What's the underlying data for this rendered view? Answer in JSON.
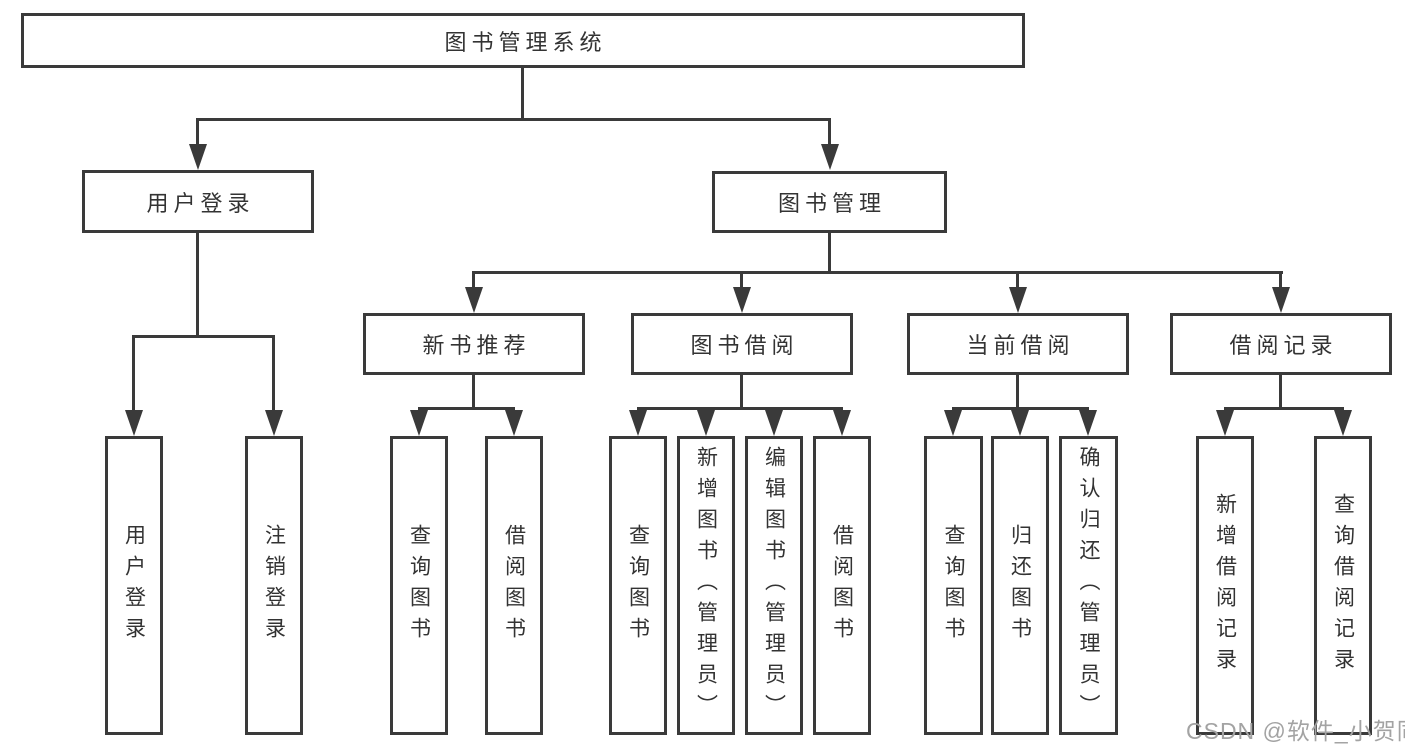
{
  "diagram": {
    "type": "functional-structure-tree",
    "nodes": {
      "root": {
        "label": "图书管理系统"
      },
      "user_login": {
        "label": "用户登录"
      },
      "book_mgmt": {
        "label": "图书管理"
      },
      "new_book_rec": {
        "label": "新书推荐"
      },
      "book_borrow": {
        "label": "图书借阅"
      },
      "current_borrow": {
        "label": "当前借阅"
      },
      "borrow_records": {
        "label": "借阅记录"
      },
      "leaf_user_login": {
        "label": "用户登录"
      },
      "leaf_logout": {
        "label": "注销登录"
      },
      "leaf_query_book_rec": {
        "label": "查询图书"
      },
      "leaf_borrow_book_rec": {
        "label": "借阅图书"
      },
      "leaf_query_book_borrow": {
        "label": "查询图书"
      },
      "leaf_add_book": {
        "label": "新增图书（管理员）"
      },
      "leaf_edit_book": {
        "label": "编辑图书（管理员）"
      },
      "leaf_borrow_book": {
        "label": "借阅图书"
      },
      "leaf_query_book_current": {
        "label": "查询图书"
      },
      "leaf_return_book": {
        "label": "归还图书"
      },
      "leaf_confirm_return": {
        "label": "确认归还（管理员）"
      },
      "leaf_add_borrow_record": {
        "label": "新增借阅记录"
      },
      "leaf_query_borrow_record": {
        "label": "查询借阅记录"
      }
    },
    "hierarchy": {
      "图书管理系统": [
        "用户登录",
        "图书管理"
      ],
      "用户登录": [
        "用户登录",
        "注销登录"
      ],
      "图书管理": [
        "新书推荐",
        "图书借阅",
        "当前借阅",
        "借阅记录"
      ],
      "新书推荐": [
        "查询图书",
        "借阅图书"
      ],
      "图书借阅": [
        "查询图书",
        "新增图书（管理员）",
        "编辑图书（管理员）",
        "借阅图书"
      ],
      "当前借阅": [
        "查询图书",
        "归还图书",
        "确认归还（管理员）"
      ],
      "借阅记录": [
        "新增借阅记录",
        "查询借阅记录"
      ]
    },
    "colors": {
      "line": "#3a3a3a",
      "node_background": "#ffffff",
      "text": "#333333",
      "page_background": "#ffffff",
      "watermark_text": "#a3a3a3"
    }
  },
  "watermark": {
    "text": "CSDN @软件_小贺同学"
  }
}
